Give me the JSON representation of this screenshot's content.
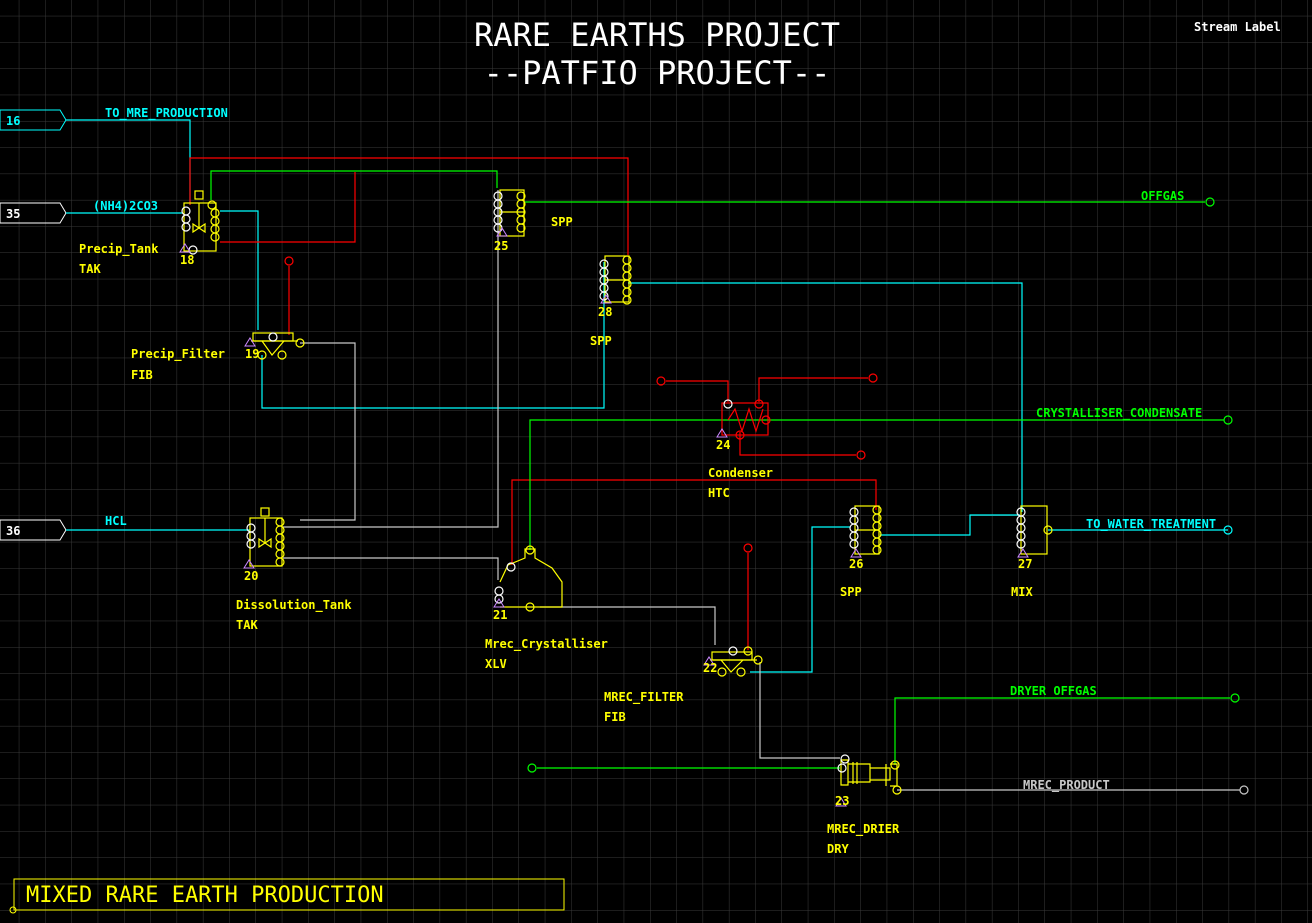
{
  "title": {
    "line1": "RARE EARTHS PROJECT",
    "line2": "--PATFIO PROJECT--"
  },
  "legend_label": "Stream Label",
  "footer": "MIXED RARE EARTH PRODUCTION",
  "colors": {
    "background": "#000000",
    "grid": "#3a3a3a",
    "equipment": "#ffff00",
    "water": "#00ffff",
    "steam": "#ff0000",
    "gas": "#00ff00",
    "process": "#c8c8c8"
  },
  "feeds": [
    {
      "id": "16",
      "stream": "TO_MRE_PRODUCTION"
    },
    {
      "id": "35",
      "stream": "(NH4)2CO3"
    },
    {
      "id": "36",
      "stream": "HCL"
    }
  ],
  "products": {
    "offgas": "OFFGAS",
    "condensate": "CRYSTALLISER_CONDENSATE",
    "water": "TO_WATER_TREATMENT",
    "dryer_offgas": "DRYER OFFGAS",
    "product": "MREC_PRODUCT"
  },
  "units": [
    {
      "num": "18",
      "name": "Precip_Tank",
      "type": "TAK"
    },
    {
      "num": "19",
      "name": "Precip_Filter",
      "type": "FIB"
    },
    {
      "num": "20",
      "name": "Dissolution_Tank",
      "type": "TAK"
    },
    {
      "num": "21",
      "name": "Mrec_Crystalliser",
      "type": "XLV"
    },
    {
      "num": "22",
      "name": "MREC_FILTER",
      "type": "FIB"
    },
    {
      "num": "23",
      "name": "MREC_DRIER",
      "type": "DRY"
    },
    {
      "num": "24",
      "name": "Condenser",
      "type": "HTC"
    },
    {
      "num": "25",
      "type": "SPP"
    },
    {
      "num": "26",
      "type": "SPP"
    },
    {
      "num": "27",
      "type": "MIX"
    },
    {
      "num": "28",
      "type": "SPP"
    }
  ]
}
